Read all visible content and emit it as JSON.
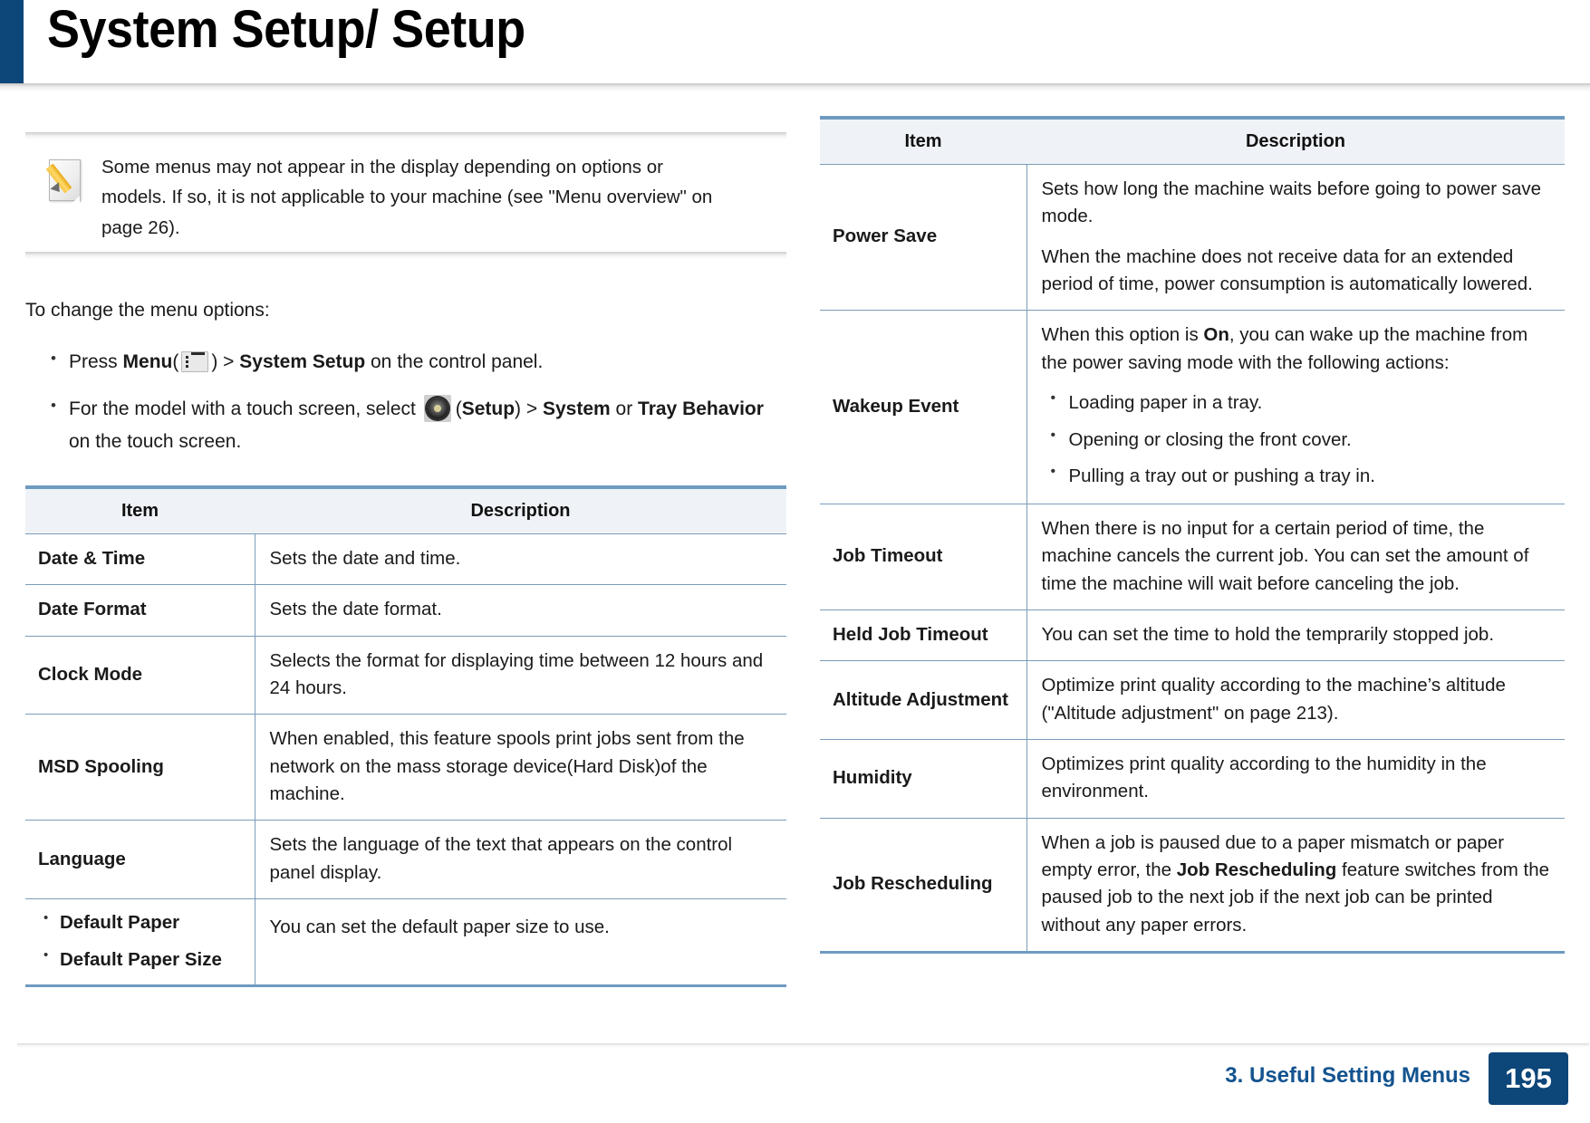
{
  "header": {
    "title": "System Setup/ Setup"
  },
  "note": {
    "icon": "note-pencil-icon",
    "text": "Some menus may not appear in the display depending on options or models. If so, it is not applicable to your machine (see \"Menu overview\" on page 26)."
  },
  "intro": {
    "lead": "To change the menu options:",
    "bullets": [
      {
        "pre": "Press ",
        "bold1": "Menu",
        "paren_open": "(",
        "icon": "menu-icon",
        "paren_close": ")",
        "sep": " > ",
        "bold2": "System Setup",
        "post": " on the control panel."
      },
      {
        "pre": "For the model with a touch screen, select ",
        "icon": "setup-gear-icon",
        "paren_open": "(",
        "bold1": "Setup",
        "paren_close": ")",
        "sep": " > ",
        "bold2": "System",
        "mid": " or ",
        "bold3": "Tray Behavior",
        "post": " on the touch screen."
      }
    ]
  },
  "table_left": {
    "columns": [
      "Item",
      "Description"
    ],
    "rows": [
      {
        "item": "Date & Time",
        "desc": [
          "Sets the date and time."
        ]
      },
      {
        "item": "Date Format",
        "desc": [
          "Sets the date format."
        ]
      },
      {
        "item": "Clock Mode",
        "desc": [
          "Selects the format for displaying time between 12 hours and 24 hours."
        ]
      },
      {
        "item": "MSD Spooling",
        "desc": [
          "When enabled, this feature spools print jobs sent from the network on the mass storage device(Hard Disk)of the machine."
        ]
      },
      {
        "item": "Language",
        "desc": [
          "Sets the language of the text that appears on the control panel display."
        ]
      },
      {
        "item_bullets": [
          "Default Paper",
          "Default Paper Size"
        ],
        "desc": [
          "You can set the default paper size to use."
        ]
      }
    ]
  },
  "table_right": {
    "columns": [
      "Item",
      "Description"
    ],
    "rows": [
      {
        "item": "Power Save",
        "desc": [
          "Sets how long the machine waits before going to power save mode.",
          "When the machine does not receive data for an extended period of time, power consumption is automatically lowered."
        ]
      },
      {
        "item": "Wakeup Event",
        "desc_rich": {
          "pre": "When this option is ",
          "bold": "On",
          "post": ", you can wake up the machine from the power saving mode with the following actions:"
        },
        "bullets": [
          "Loading paper in a tray.",
          "Opening or closing the front cover.",
          "Pulling a tray out or pushing a tray in."
        ]
      },
      {
        "item": "Job Timeout",
        "desc": [
          "When there is no input for a certain period of time, the machine cancels the current job. You can set the amount of time the machine will wait before canceling the job."
        ]
      },
      {
        "item": "Held Job Timeout",
        "desc": [
          "You can set the time to hold the temprarily stopped job."
        ]
      },
      {
        "item": "Altitude Adjustment",
        "desc": [
          "Optimize print quality according to the machine’s altitude (\"Altitude adjustment\" on page 213)."
        ]
      },
      {
        "item": "Humidity",
        "desc": [
          "Optimizes print quality according to the humidity in the environment."
        ]
      },
      {
        "item": "Job Rescheduling",
        "desc_rich": {
          "pre": "When a job is paused due to a paper mismatch or paper empty error, the ",
          "bold": "Job Rescheduling",
          "post": " feature switches from the paused job to the next job if the next job can be printed without any paper errors."
        }
      }
    ]
  },
  "footer": {
    "section": "3. Useful Setting Menus",
    "page": "195"
  },
  "colors": {
    "brand_dark_blue": "#0d4679",
    "table_rule": "#6e9ac0",
    "table_header_bg": "#eff3f7",
    "footer_text": "#13538f"
  }
}
